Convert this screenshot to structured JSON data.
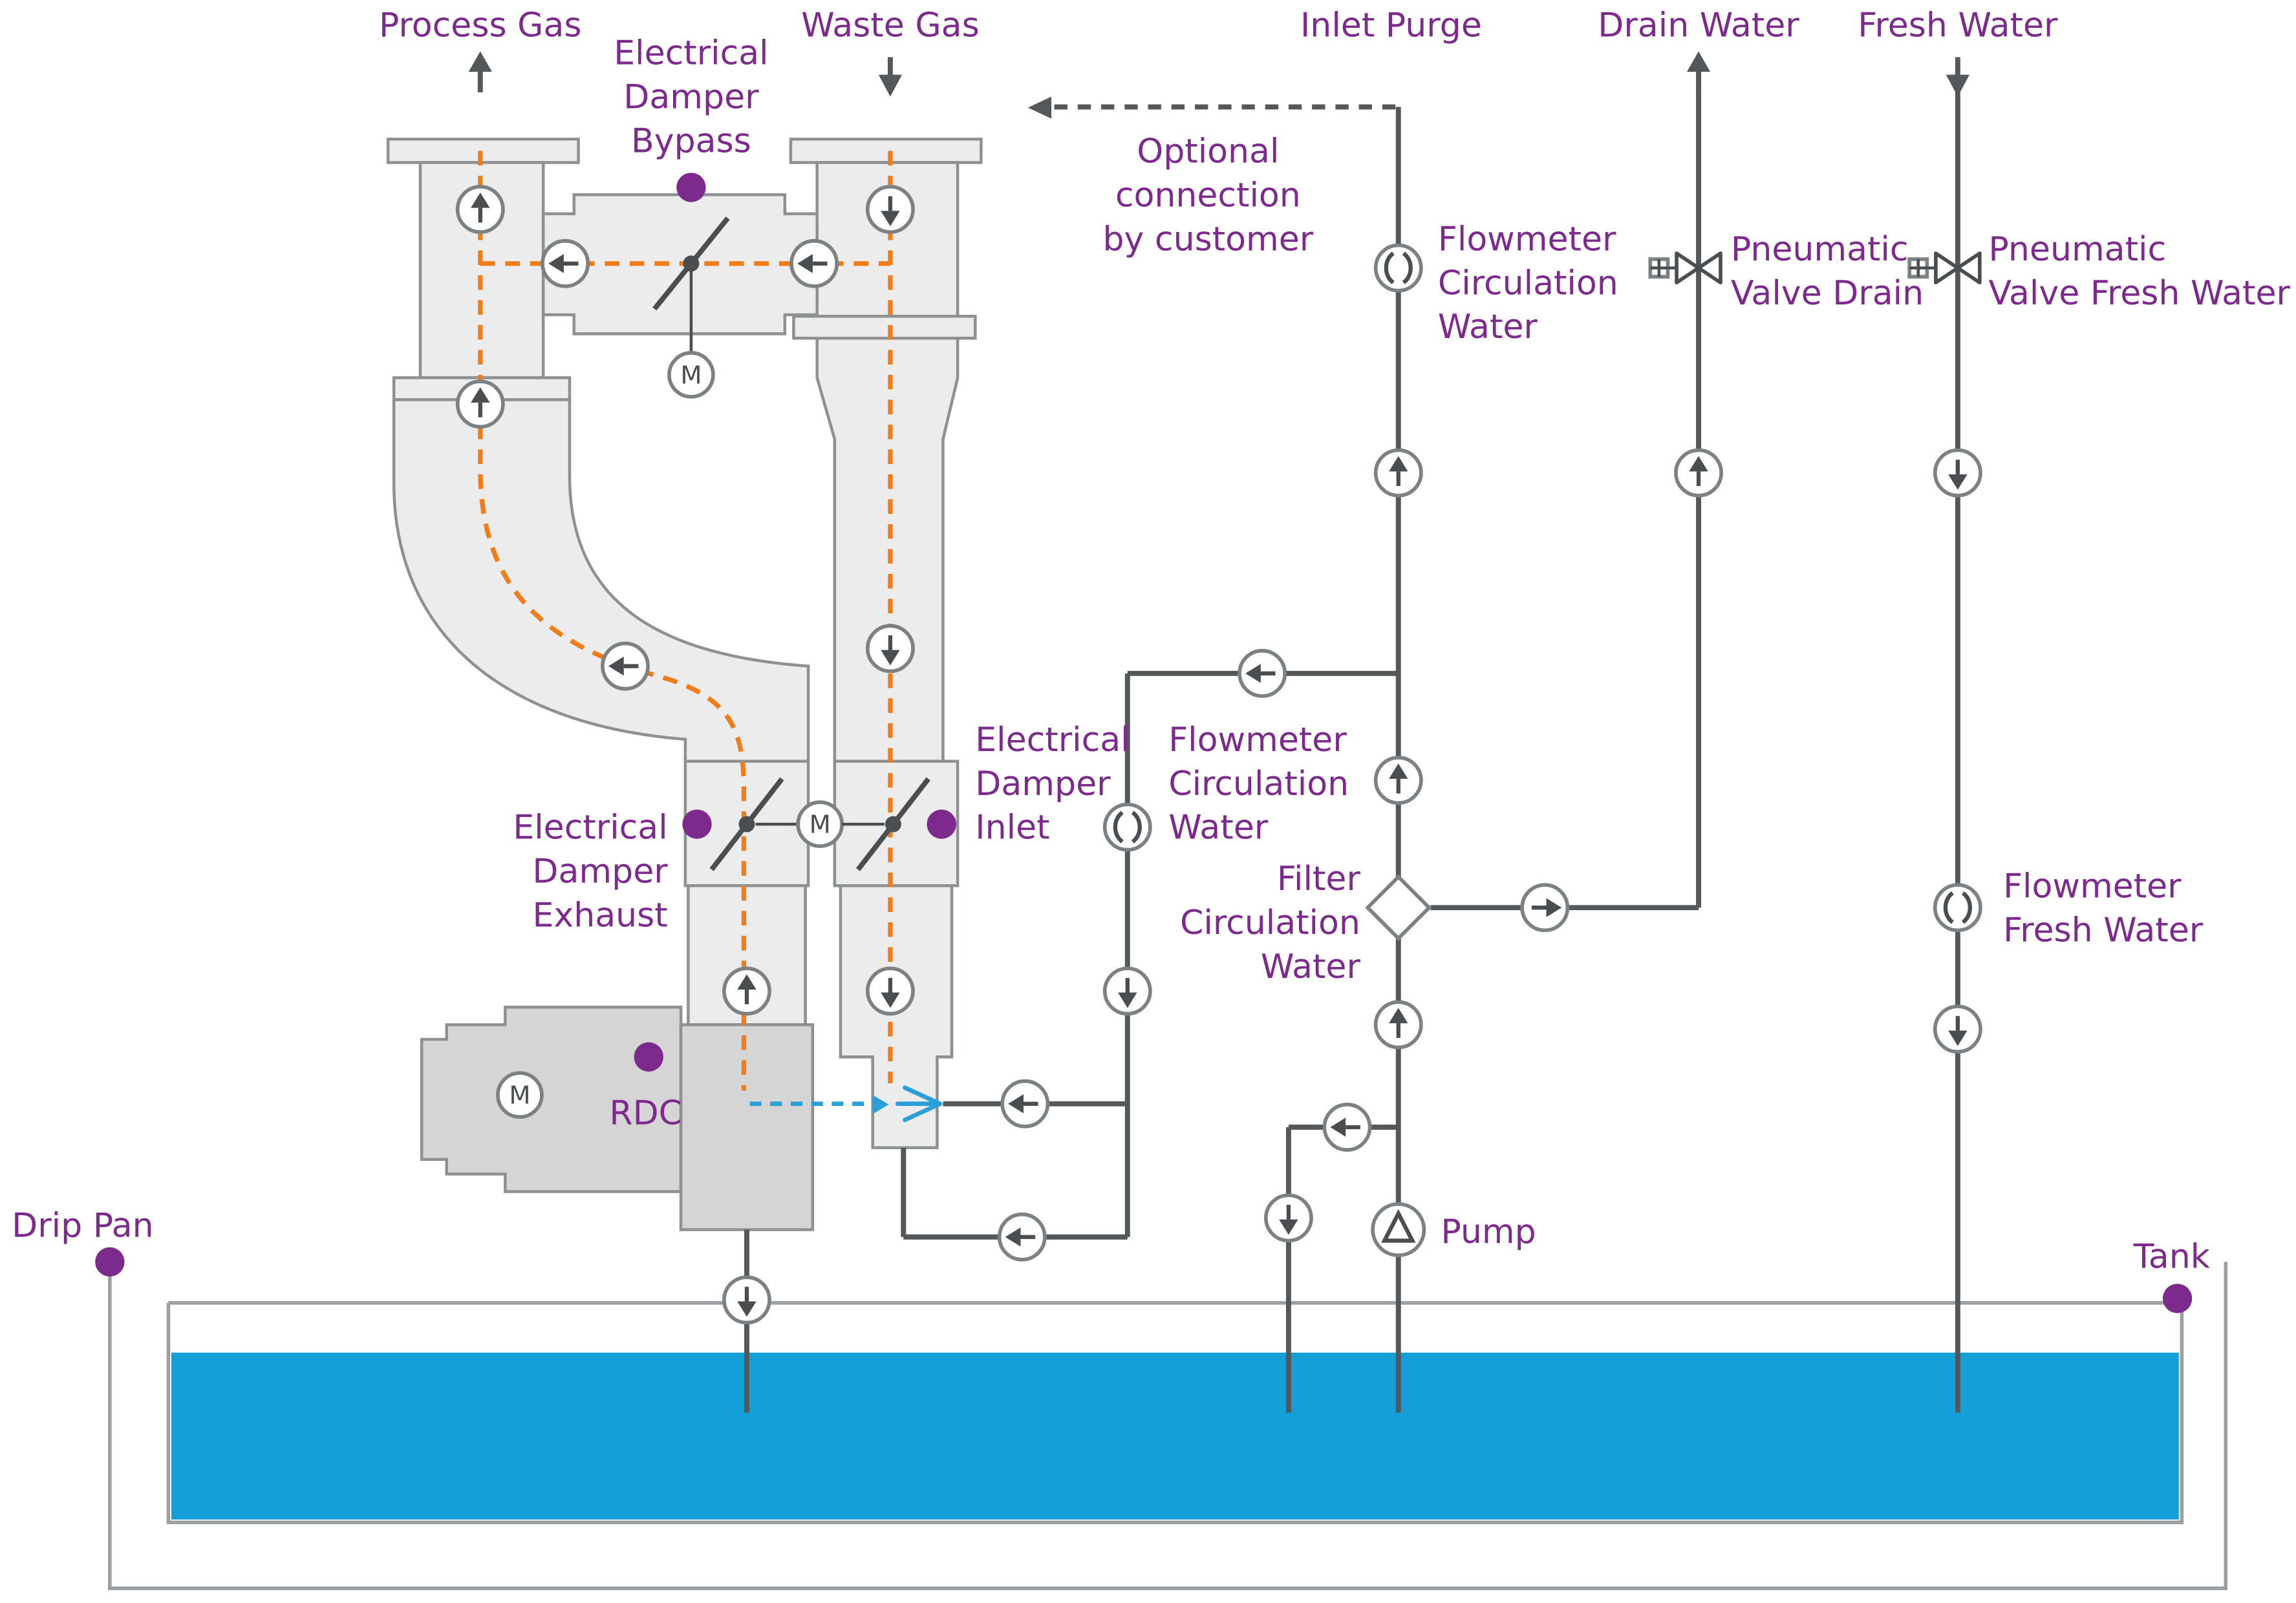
{
  "colors": {
    "purple": "#7d2a8d",
    "orange": "#f07d1a",
    "blue": "#2a9fd8",
    "water": "#149fd9",
    "pipe": "#54585b",
    "arrow": "#4a4e50",
    "circle_stroke": "#7c8184",
    "duct_fill": "#ececec",
    "duct_stroke": "#8d9192",
    "rdc_fill": "#d5d5d6"
  },
  "labels": {
    "process_gas": "Process Gas",
    "waste_gas": "Waste Gas",
    "inlet_purge": "Inlet Purge",
    "drain_water": "Drain Water",
    "fresh_water": "Fresh Water",
    "electrical_damper_bypass": [
      "Electrical",
      "Damper",
      "Bypass"
    ],
    "optional_connection": [
      "Optional",
      "connection",
      "by customer"
    ],
    "flowmeter_circulation_water_top": [
      "Flowmeter",
      "Circulation",
      "Water"
    ],
    "pneumatic_valve_drain": [
      "Pneumatic",
      "Valve Drain"
    ],
    "pneumatic_valve_fresh_water": [
      "Pneumatic",
      "Valve Fresh Water"
    ],
    "electrical_damper_inlet": [
      "Electrical",
      "Damper",
      "Inlet"
    ],
    "flowmeter_circulation_water_mid": [
      "Flowmeter",
      "Circulation",
      "Water"
    ],
    "electrical_damper_exhaust": [
      "Electrical",
      "Damper",
      "Exhaust"
    ],
    "filter_circulation_water": [
      "Filter",
      "Circulation",
      "Water"
    ],
    "flowmeter_fresh_water": [
      "Flowmeter",
      "Fresh Water"
    ],
    "rdc": "RDC",
    "pump": "Pump",
    "drip_pan": "Drip Pan",
    "tank": "Tank",
    "motor": "M"
  }
}
